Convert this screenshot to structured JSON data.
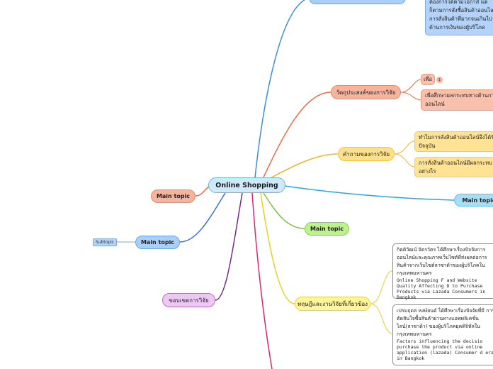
{
  "central": "Online Shopping",
  "branches": {
    "objectives": {
      "label": "วัตถุประสงค์ของการวิจัย",
      "items": [
        "เพื่อ",
        "เพื่อศึกษาผลกระทบทางด้านการ ออนไลน์"
      ],
      "badge": "1"
    },
    "questions": {
      "label": "คำถามของการวิจัย",
      "items": [
        "ทำไมการสั่งสินค้าออนไลน์จึงได้รับ ปัจจุบัน",
        "การสั่งสินค้าออนไลน์มีผลกระทบ อย่างไร"
      ]
    },
    "top_box": "ต้องการได้ตามโอกาส แต่ ก็ตามการสั่งซื้อสินค้าออนไล การสั่งสินค้าที่มากจนเกินไป ด้านการเงินของผู้บริโภค",
    "main_topic_right": "Main topic",
    "main_topic_green": "Main topic",
    "main_topic_salmon": "Main topic",
    "main_topic_blue": "Main topic",
    "subtopic": "Subtopic",
    "scope": "ขอบเขตการวิจัย",
    "literature": {
      "label": "ทฤษฎีและงานวิจัยที่เกี่ยวข้อง",
      "item1_thai": "กิตติวัฒน์ จิตรวัตร ได้ศึกษาเรื่องปัจจัยการ ออนไลน์และคุณภาพเว็บไซต์ที่ส่งผลต่อการ สินค้าจากเว็บไซต์ลาซาด้าของผู้บริโภคใน กรุงเทพมหานคร",
      "item1_en": "Online Shopping F and Website Quality Affecting D to Purchase Products via Lazada Consumers in Bangkok",
      "item2_thai": "เปรมฤดล หงษ์ยนต์ ได้ศึกษาเรื่องปัจจัยที่มี การตัดสินใจซื้อสินค้าผ่านทางแอพพลิเคชั่น ไลน์(ลาซาด้า) ของผู้บริโภคยุคดิจิทัลใน กรุงเทพมหานคร",
      "item2_en": "Factors influencing the decisio purchase the product via online application (lazada) Consumer d era in Bangkok"
    },
    "colors": {
      "salmon": "#e86a3e",
      "yellow": "#f0b429",
      "blue": "#3a8dde",
      "cyan": "#29a8e0",
      "green": "#7cc242",
      "lemon": "#e7cf2a",
      "purple": "#7a2a8a",
      "pink": "#e0256f"
    }
  }
}
